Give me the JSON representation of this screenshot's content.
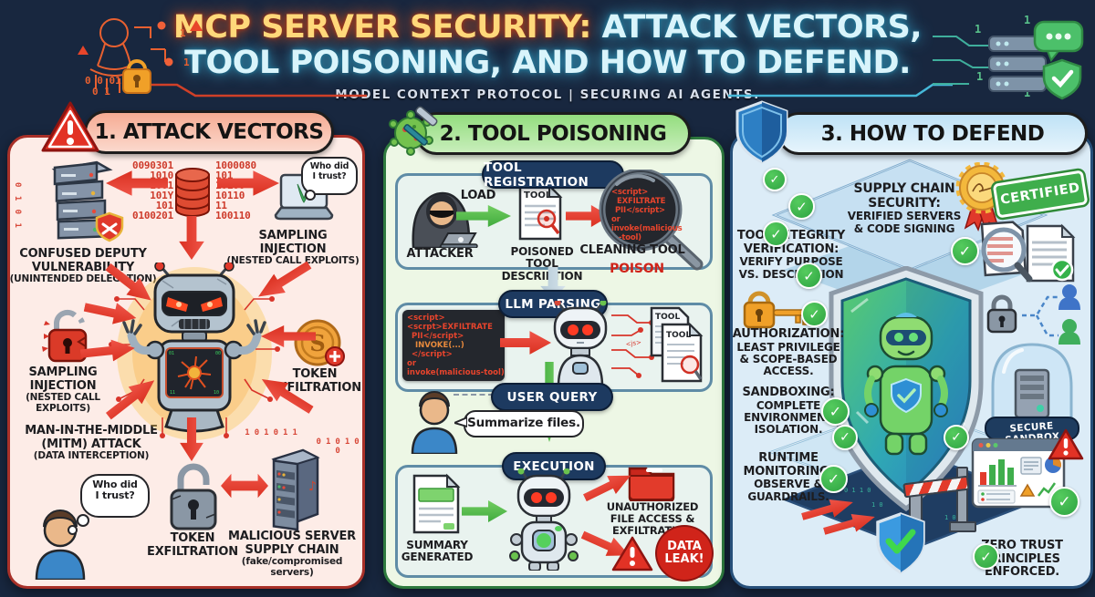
{
  "header": {
    "title1_accent": "MCP SERVER SECURITY:",
    "title1_rest": " ATTACK VECTORS,",
    "title2": "TOOL POISONING, AND HOW TO DEFEND.",
    "subtitle": "MODEL CONTEXT PROTOCOL | SECURING AI AGENTS."
  },
  "attack": {
    "title": "1. ATTACK VECTORS",
    "binary_left": [
      "0090301",
      "1010",
      "1001",
      "101Y",
      "101",
      "0100201"
    ],
    "binary_right": [
      "1000080",
      "101",
      "10100",
      "10110",
      "11",
      "100110"
    ],
    "binary_col": "0 1 0 1",
    "thought_top": [
      "Who did",
      "I trust?"
    ],
    "confused": [
      "CONFUSED DEPUTY",
      "VULNERABILITY",
      "(UNINTENDED DELEGATION)"
    ],
    "sampling_top": [
      "SAMPLING INJECTION",
      "(NESTED CALL EXPLOITS)"
    ],
    "sampling_left": [
      "SAMPLING",
      "INJECTION",
      "(NESTED CALL",
      "EXPLOITS)"
    ],
    "token_right": [
      "TOKEN",
      "EXFILTRATION"
    ],
    "mitm": [
      "MAN-IN-THE-MIDDLE",
      "(MITM) ATTACK",
      "(DATA INTERCEPTION)"
    ],
    "thought_bottom": [
      "Who did",
      "I trust?"
    ],
    "token_bottom": [
      "TOKEN",
      "EXFILTRATION"
    ],
    "supply_chain": [
      "MALICIOUS SERVER",
      "SUPPLY CHAIN",
      "(fake/compromised servers)"
    ],
    "binary_tower_a": "1 0 1  0 1 1",
    "binary_tower_b": "0 1 0  1 0 0"
  },
  "poisoning": {
    "title": "2. TOOL POISONING",
    "registration": "TOOL REGISTRATION",
    "attacker": "ATTACKER",
    "load": "LOAD",
    "tool": "TOOL",
    "poisoned": [
      "POISONED TOOL",
      "DESCRIPTION"
    ],
    "lens_code": [
      "<script>",
      "EXFILTRATE",
      "PII</script>",
      "or",
      "invoke(malicious",
      "-tool)"
    ],
    "cleaning": "CLEANING TOOL",
    "poison": "POISON",
    "llm_parsing": "LLM PARSING",
    "code_block": [
      "<script>",
      "<scrpt>EXFILTRATE",
      "PII</script>",
      "INVOKE(...)",
      "</script>",
      "or",
      "invoke(malicious-tool)"
    ],
    "user_query": "USER QUERY",
    "speech": "Summarize files.",
    "execution": "EXECUTION",
    "summary": [
      "SUMMARY",
      "GENERATED"
    ],
    "unauthorized": [
      "UNAUTHORIZED",
      "FILE ACCESS &",
      "EXFILTRATION"
    ],
    "data_leak": [
      "DATA",
      "LEAK!"
    ]
  },
  "defend": {
    "title": "3. HOW TO DEFEND",
    "supply": [
      "SUPPLY CHAIN",
      "SECURITY:",
      "VERIFIED SERVERS",
      "& CODE SIGNING"
    ],
    "certified": "CERTIFIED",
    "integrity": [
      "TOOL INTEGRITY",
      "VERIFICATION:",
      "VERIFY PURPOSE",
      "VS. DESCRIPTION"
    ],
    "authorization": [
      "AUTHORIZATION:",
      "LEAST PRIVILEGE",
      "& SCOPE-BASED",
      "ACCESS."
    ],
    "sandboxing": [
      "SANDBOXING:",
      "COMPLETE",
      "ENVIRONMENT",
      "ISOLATION."
    ],
    "secure_sandbox": "SECURE SANDBOX",
    "runtime": [
      "RUNTIME",
      "MONITORING:",
      "OBSERVE &",
      "GUARDRAILS."
    ],
    "zero_trust": [
      "ZERO TRUST",
      "PRINCIPLES",
      "ENFORCED."
    ]
  }
}
